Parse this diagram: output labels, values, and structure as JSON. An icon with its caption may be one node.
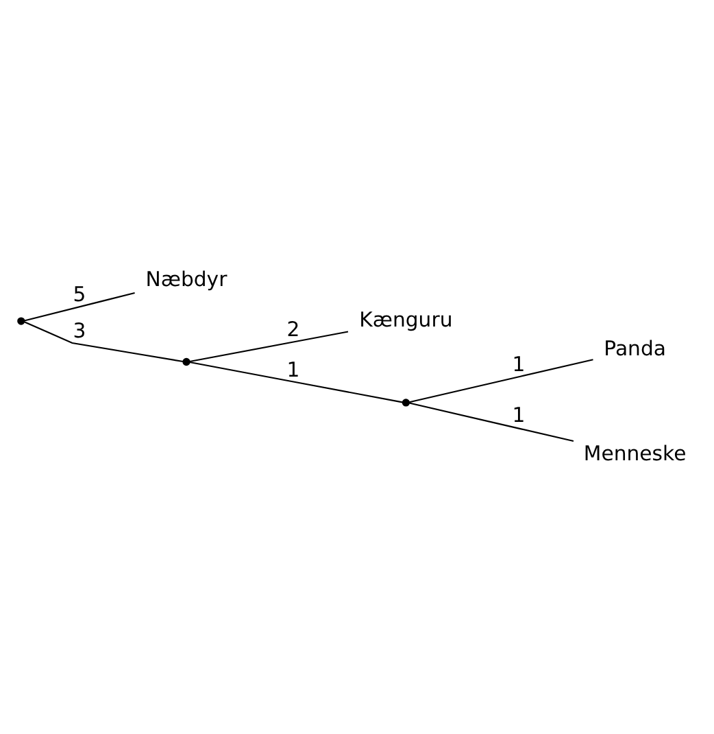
{
  "diagram": {
    "nodes": [
      {
        "text": [],
        "shape": "point"
      },
      {
        "text": [
          "Næbdyr"
        ]
      },
      {
        "text": [],
        "shape": "point"
      },
      {
        "text": [
          "Kænguru"
        ]
      },
      {
        "text": [],
        "shape": "point"
      },
      {
        "text": [
          "Panda"
        ]
      },
      {
        "text": [
          "Menneske"
        ]
      }
    ],
    "edges": [
      {
        "from": 0,
        "to": 1,
        "arrow": "none",
        "label": "5"
      },
      {
        "from": 0,
        "to": 2,
        "arrow": "none",
        "label": "3"
      },
      {
        "from": 2,
        "to": 3,
        "arrow": "none",
        "label": "2"
      },
      {
        "from": 2,
        "to": 4,
        "arrow": "none",
        "label": "1"
      },
      {
        "from": 4,
        "to": 5,
        "arrow": "none",
        "label": "1"
      },
      {
        "from": 4,
        "to": 6,
        "arrow": "none",
        "label": "1"
      }
    ]
  }
}
